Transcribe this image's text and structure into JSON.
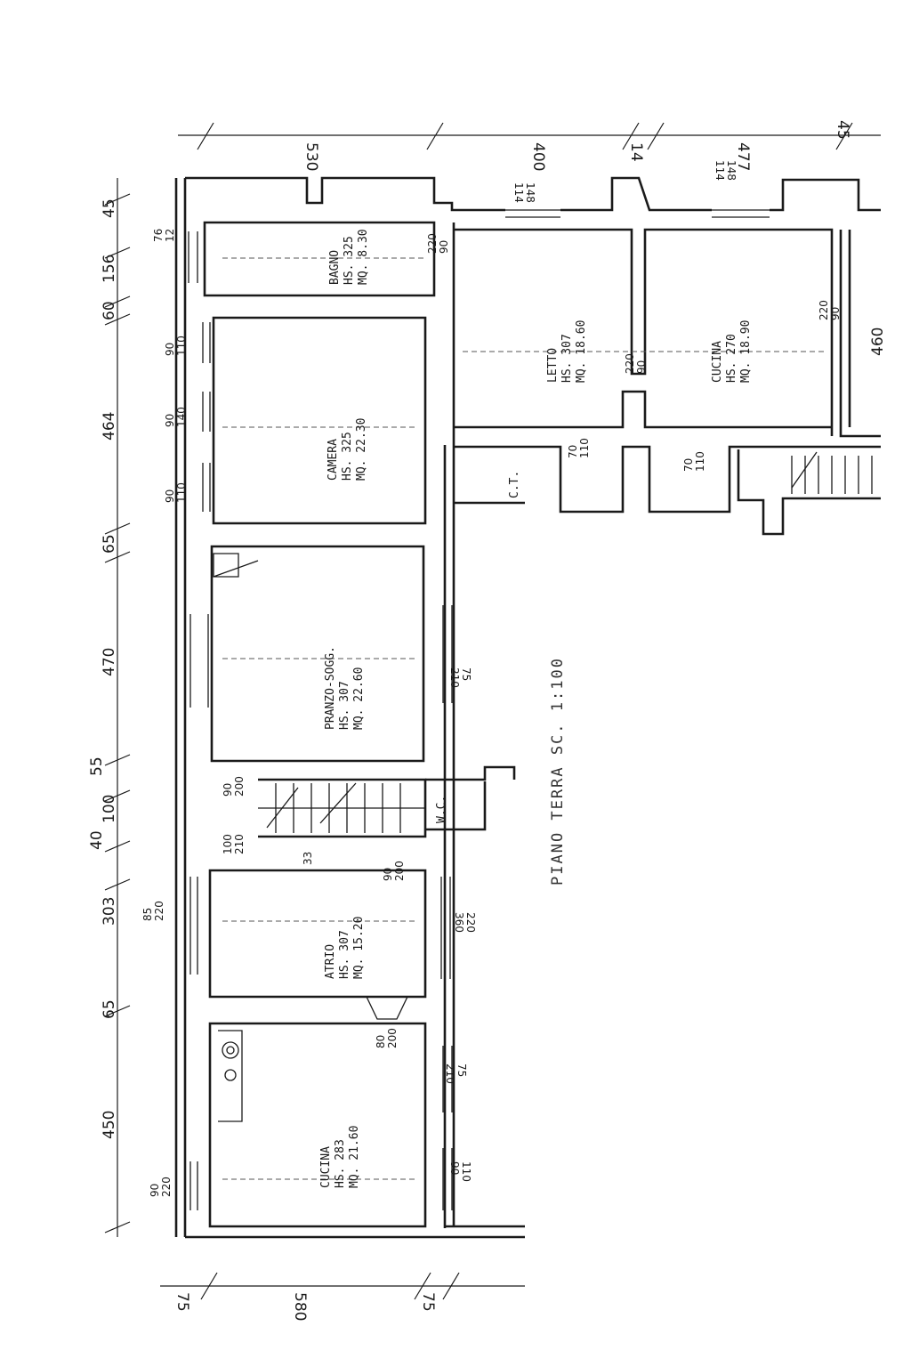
{
  "title": "PIANO TERRA  SC. 1:100",
  "rooms": {
    "bagno": {
      "name": "BAGNO",
      "hs": "HS. 325",
      "mq": "MQ. 8.30"
    },
    "camera": {
      "name": "CAMERA",
      "hs": "HS. 325",
      "mq": "MQ. 22.30"
    },
    "pranzo": {
      "name": "PRANZO-SOGG.",
      "hs": "HS. 307",
      "mq": "MQ. 22.60"
    },
    "atrio": {
      "name": "ATRIO",
      "hs": "HS. 307",
      "mq": "MQ. 15.20"
    },
    "cucina1": {
      "name": "CUCINA",
      "hs": "HS. 283",
      "mq": "MQ. 21.60"
    },
    "letto": {
      "name": "LETTO",
      "hs": "HS. 307",
      "mq": "MQ. 18.60"
    },
    "cucina2": {
      "name": "CUCINA",
      "hs": "HS. 270",
      "mq": "MQ. 18.90"
    },
    "ct": {
      "name": "C.T."
    },
    "wc": {
      "name": "W.C."
    }
  },
  "dims": {
    "left": [
      "45",
      "156",
      "60",
      "464",
      "65",
      "470",
      "55",
      "100",
      "40",
      "303",
      "65",
      "450"
    ],
    "top": [
      "530",
      "400",
      "14",
      "477",
      "45"
    ],
    "bottom": [
      "75",
      "580",
      "75"
    ],
    "right": [
      "460"
    ],
    "openings": [
      "148\n114",
      "148\n114",
      "76\n12",
      "90\n110",
      "90\n140",
      "90\n110",
      "70\n110",
      "70\n110",
      "220\n90",
      "75\n210",
      "90\n200",
      "100\n210",
      "33",
      "90\n200",
      "85\n220",
      "220\n360",
      "80\n200",
      "75\n210",
      "90\n220",
      "110\n90",
      "220\n90",
      "220\n90"
    ]
  }
}
